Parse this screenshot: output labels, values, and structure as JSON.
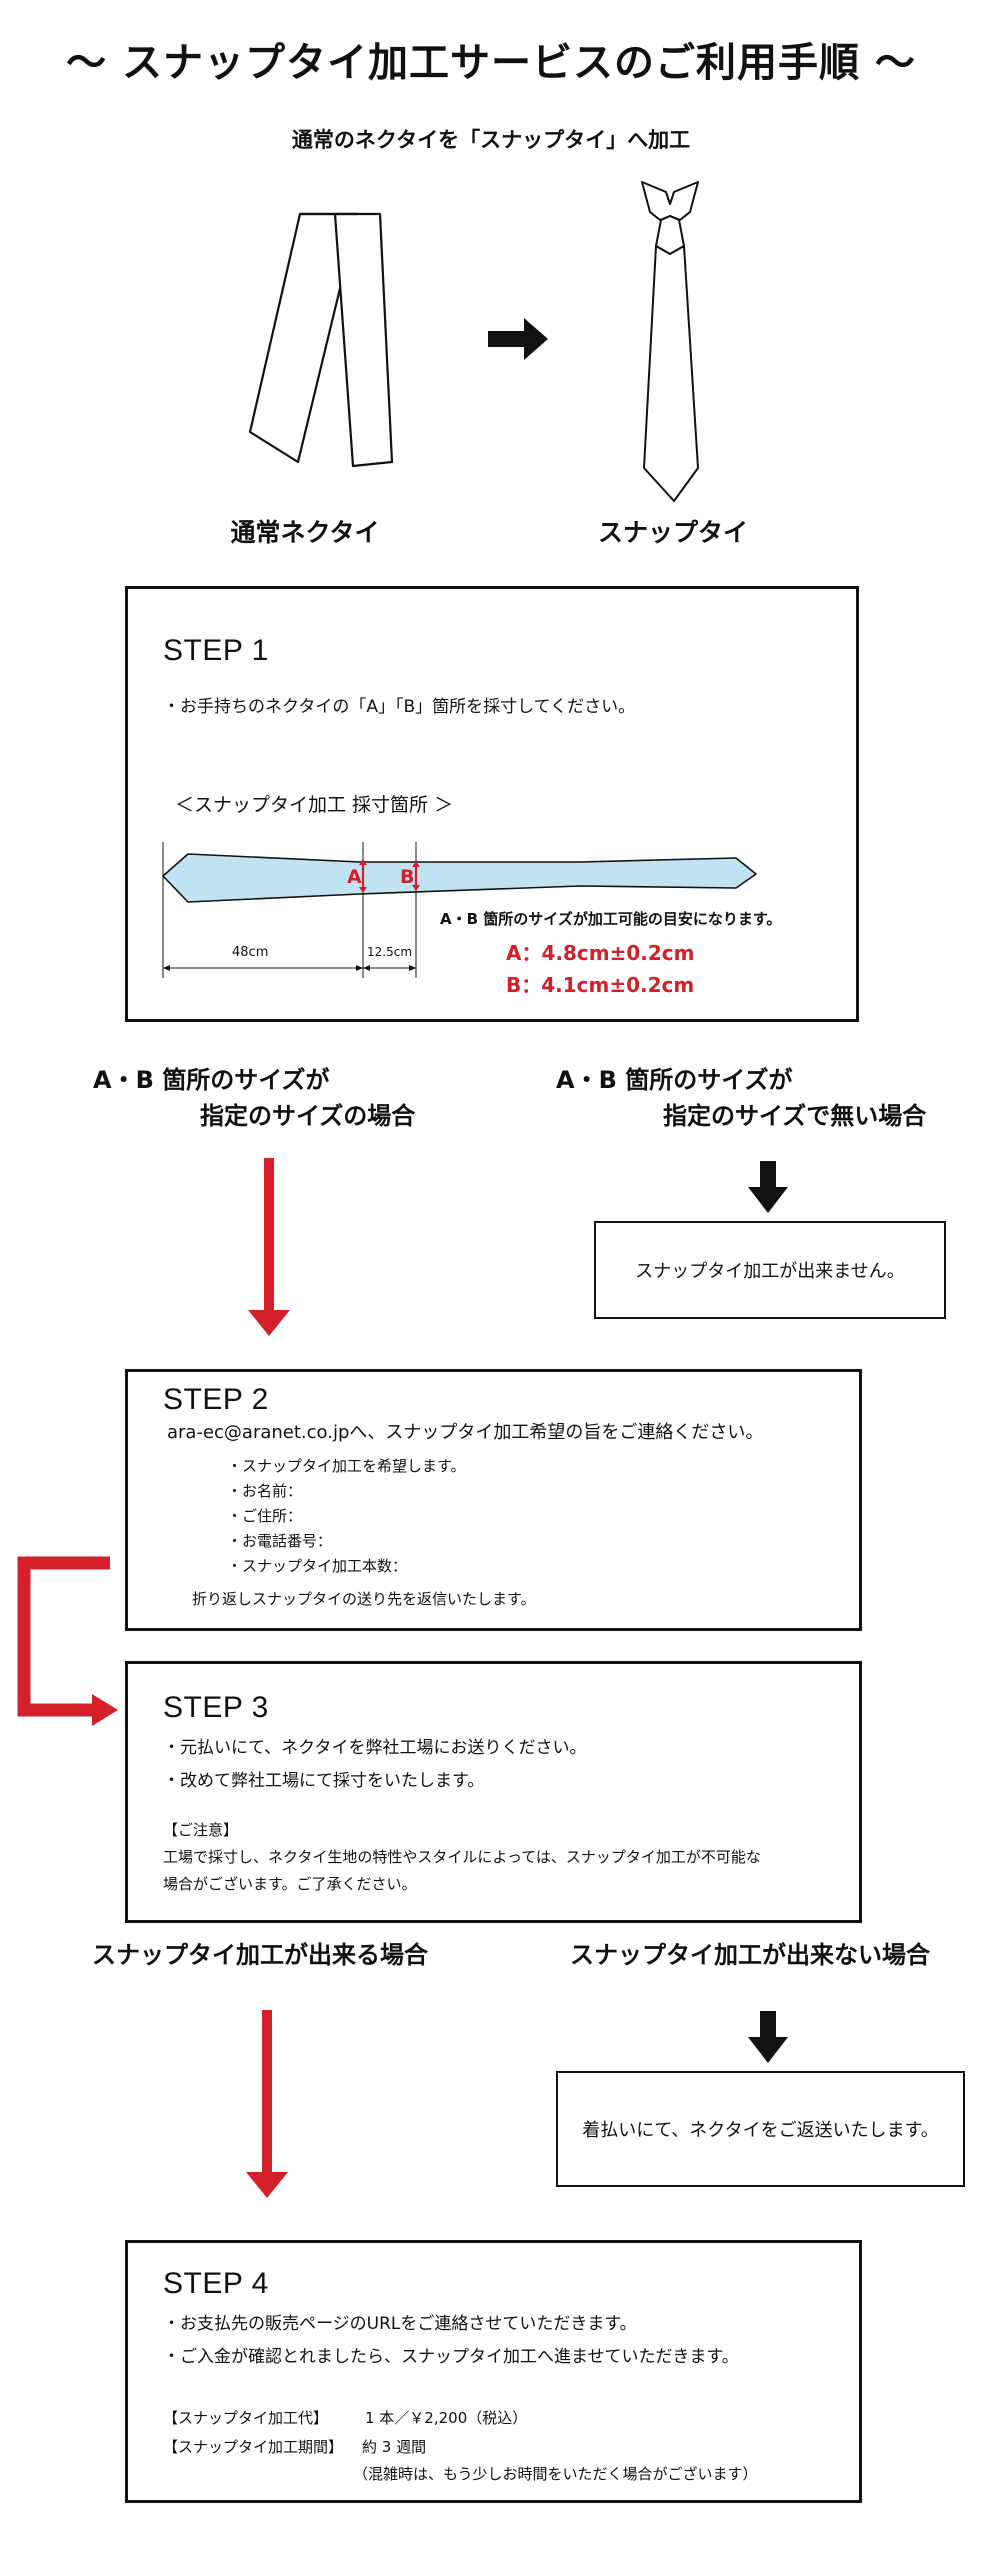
{
  "page_title": "～ スナップタイ加工サービスのご利用手順 ～",
  "intro": {
    "subtitle": "通常のネクタイを「スナップタイ」へ加工",
    "normal_tie_caption": "通常ネクタイ",
    "snap_tie_caption": "スナップタイ"
  },
  "step1": {
    "title": "STEP 1",
    "instruction": "・お手持ちのネクタイの「A」「B」箇所を採寸してください。",
    "diagram_title": "＜スナップタイ加工 採寸箇所 ＞",
    "label_a": "A",
    "label_b": "B",
    "dim_48": "48cm",
    "dim_125": "12.5cm",
    "guide_note": "A・B 箇所のサイズが加工可能の目安になります。",
    "size_a": "A：4.8cm±0.2cm",
    "size_b": "B：4.1cm±0.2cm"
  },
  "branch1": {
    "ok_line1": "A・B 箇所のサイズが",
    "ok_line2": "指定のサイズの場合",
    "ng_line1": "A・B 箇所のサイズが",
    "ng_line2": "指定のサイズで無い場合",
    "ng_result": "スナップタイ加工が出来ません。"
  },
  "step2": {
    "title": "STEP 2",
    "instruction": "ara-ec@aranet.co.jpへ、スナップタイ加工希望の旨をご連絡ください。",
    "items": [
      "・スナップタイ加工を希望します。",
      "・お名前：",
      "・ご住所：",
      "・お電話番号：",
      "・スナップタイ加工本数："
    ],
    "footer": "折り返しスナップタイの送り先を返信いたします。"
  },
  "step3": {
    "title": "STEP 3",
    "line1": "・元払いにて、ネクタイを弊社工場にお送りください。",
    "line2": "・改めて弊社工場にて採寸をいたします。",
    "note_head": "【ご注意】",
    "note1": "工場で採寸し、ネクタイ生地の特性やスタイルによっては、スナップタイ加工が不可能な",
    "note2": "場合がございます。ご了承ください。"
  },
  "branch2": {
    "ok": "スナップタイ加工が出来る場合",
    "ng": "スナップタイ加工が出来ない場合",
    "ng_result": "着払いにて、ネクタイをご返送いたします。"
  },
  "step4": {
    "title": "STEP 4",
    "line1": "・お支払先の販売ページのURLをご連絡させていただきます。",
    "line2": "・ご入金が確認とれましたら、スナップタイ加工へ進ませていただきます。",
    "fee_label": "【スナップタイ加工代】",
    "fee_value": "1 本／￥2,200（税込）",
    "period_label": "【スナップタイ加工期間】",
    "period_value": "約 3 週間",
    "period_note": "（混雑時は、もう少しお時間をいただく場合がございます）"
  },
  "colors": {
    "accent_red": "#d4202b",
    "tie_blue": "#bfe3f0",
    "ink": "#111111"
  }
}
